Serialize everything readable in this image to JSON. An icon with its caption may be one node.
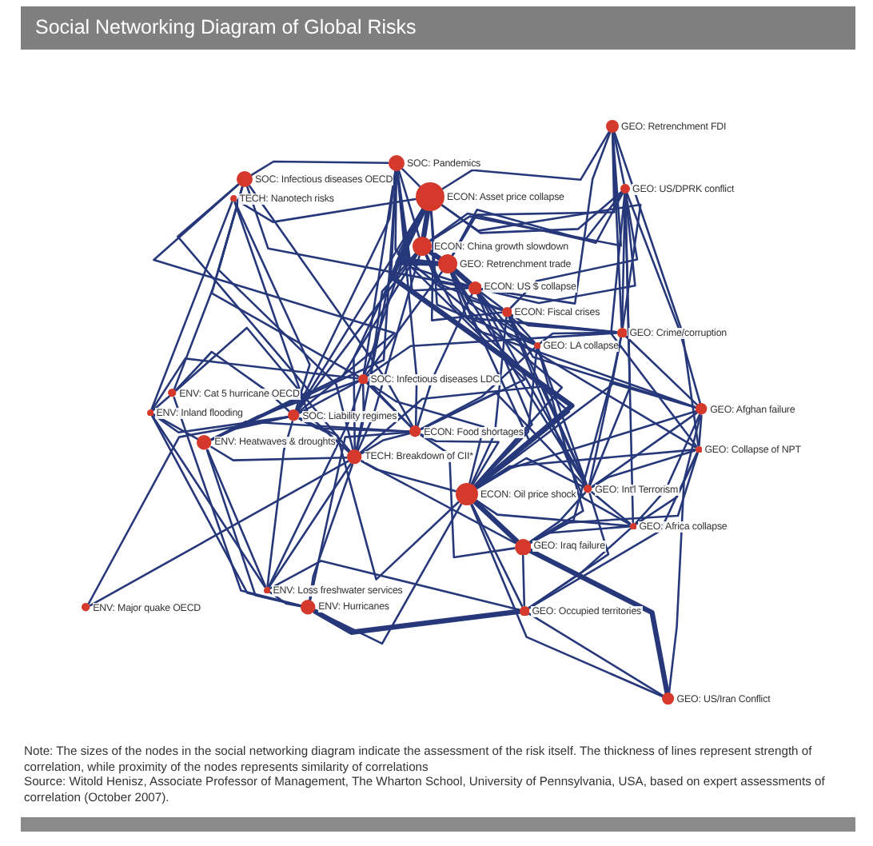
{
  "diagram": {
    "title": "Social Networking Diagram of Global Risks",
    "caption": "Note: The sizes of the nodes in the social networking diagram indicate the assessment of the risk itself. The thickness of lines represent strength of correlation, while proximity of the nodes represents similarity of correlations",
    "nodes": [
      {
        "text": [
          "GEO: Retrenchment FDI"
        ]
      },
      {
        "text": [
          "SOC: Pandemics"
        ]
      },
      {
        "text": [
          "SOC: Infectious diseases OECD"
        ]
      },
      {
        "text": [
          "GEO: US/DPRK conflict"
        ]
      },
      {
        "text": [
          "ECON: Asset price collapse"
        ]
      },
      {
        "text": [
          "TECH: Nanotech risks"
        ]
      },
      {
        "text": [
          "ECON: China growth slowdown"
        ]
      },
      {
        "text": [
          "GEO: Retrenchment trade"
        ]
      },
      {
        "text": [
          "ECON: US $ collapse"
        ]
      },
      {
        "text": [
          "ECON: Fiscal crises"
        ]
      },
      {
        "text": [
          "GEO: Crime/corruption"
        ]
      },
      {
        "text": [
          "GEO: LA collapse"
        ]
      },
      {
        "text": [
          "SOC: Infectious diseases LDC"
        ]
      },
      {
        "text": [
          "ENV: Cat 5 hurricane OECD"
        ]
      },
      {
        "text": [
          "GEO: Afghan failure"
        ]
      },
      {
        "text": [
          "ENV: Inland flooding"
        ]
      },
      {
        "text": [
          "SOC: Liability regimes"
        ]
      },
      {
        "text": [
          "ECON: Food shortages"
        ]
      },
      {
        "text": [
          "ENV: Heatwaves & droughts"
        ]
      },
      {
        "text": [
          "GEO: Collapse of NPT"
        ]
      },
      {
        "text": [
          "TECH: Breakdown of CII*"
        ]
      },
      {
        "text": [
          "ECON: Oil price shock"
        ]
      },
      {
        "text": [
          "GEO: Int'l Terrorism"
        ]
      },
      {
        "text": [
          "GEO: Africa collapse"
        ]
      },
      {
        "text": [
          "GEO: Iraq failure"
        ]
      },
      {
        "text": [
          "ENV: Loss freshwater services"
        ]
      },
      {
        "text": [
          "ENV: Major quake OECD"
        ]
      },
      {
        "text": [
          "ENV: Hurricanes"
        ]
      },
      {
        "text": [
          "GEO: Occupied territories"
        ]
      },
      {
        "text": [
          "GEO: US/Iran Conflict"
        ]
      }
    ],
    "edges": [
      {
        "from": 0,
        "to": 3,
        "arrow": "none"
      },
      {
        "from": 0,
        "to": 4,
        "arrow": "none"
      },
      {
        "from": 0,
        "to": 6,
        "arrow": "none"
      },
      {
        "from": 0,
        "to": 7,
        "arrow": "none"
      },
      {
        "from": 0,
        "to": 8,
        "arrow": "none"
      },
      {
        "from": 0,
        "to": 10,
        "arrow": "none"
      },
      {
        "from": 0,
        "to": 19,
        "arrow": "none"
      },
      {
        "from": 1,
        "to": 2,
        "arrow": "none"
      },
      {
        "from": 1,
        "to": 4,
        "arrow": "none"
      },
      {
        "from": 1,
        "to": 6,
        "arrow": "none"
      },
      {
        "from": 1,
        "to": 7,
        "arrow": "none"
      },
      {
        "from": 1,
        "to": 8,
        "arrow": "none"
      },
      {
        "from": 1,
        "to": 12,
        "arrow": "none"
      },
      {
        "from": 1,
        "to": 16,
        "arrow": "none"
      },
      {
        "from": 1,
        "to": 17,
        "arrow": "none"
      },
      {
        "from": 1,
        "to": 18,
        "arrow": "none"
      },
      {
        "from": 1,
        "to": 20,
        "arrow": "none"
      },
      {
        "from": 1,
        "to": 21,
        "arrow": "none"
      },
      {
        "from": 2,
        "to": 8,
        "arrow": "none"
      },
      {
        "from": 2,
        "to": 12,
        "arrow": "none"
      },
      {
        "from": 2,
        "to": 13,
        "arrow": "none"
      },
      {
        "from": 2,
        "to": 16,
        "arrow": "none"
      },
      {
        "from": 2,
        "to": 17,
        "arrow": "none"
      },
      {
        "from": 2,
        "to": 18,
        "arrow": "none"
      },
      {
        "from": 2,
        "to": 20,
        "arrow": "none"
      },
      {
        "from": 3,
        "to": 4,
        "arrow": "none"
      },
      {
        "from": 3,
        "to": 6,
        "arrow": "none"
      },
      {
        "from": 3,
        "to": 7,
        "arrow": "none"
      },
      {
        "from": 3,
        "to": 8,
        "arrow": "none"
      },
      {
        "from": 3,
        "to": 9,
        "arrow": "none"
      },
      {
        "from": 3,
        "to": 10,
        "arrow": "none"
      },
      {
        "from": 3,
        "to": 14,
        "arrow": "none"
      },
      {
        "from": 3,
        "to": 19,
        "arrow": "none"
      },
      {
        "from": 3,
        "to": 22,
        "arrow": "none"
      },
      {
        "from": 3,
        "to": 23,
        "arrow": "none"
      },
      {
        "from": 4,
        "to": 5,
        "arrow": "none"
      },
      {
        "from": 4,
        "to": 6,
        "arrow": "none",
        "style": "thick"
      },
      {
        "from": 4,
        "to": 7,
        "arrow": "none",
        "style": "thick"
      },
      {
        "from": 4,
        "to": 8,
        "arrow": "none"
      },
      {
        "from": 4,
        "to": 9,
        "arrow": "none"
      },
      {
        "from": 4,
        "to": 10,
        "arrow": "none"
      },
      {
        "from": 4,
        "to": 11,
        "arrow": "none"
      },
      {
        "from": 4,
        "to": 12,
        "arrow": "none"
      },
      {
        "from": 4,
        "to": 16,
        "arrow": "none"
      },
      {
        "from": 4,
        "to": 17,
        "arrow": "none"
      },
      {
        "from": 4,
        "to": 20,
        "arrow": "none"
      },
      {
        "from": 4,
        "to": 21,
        "arrow": "none",
        "style": "thick"
      },
      {
        "from": 5,
        "to": 15,
        "arrow": "none"
      },
      {
        "from": 5,
        "to": 16,
        "arrow": "none"
      },
      {
        "from": 5,
        "to": 20,
        "arrow": "none"
      },
      {
        "from": 6,
        "to": 7,
        "arrow": "none",
        "style": "thick"
      },
      {
        "from": 6,
        "to": 8,
        "arrow": "none"
      },
      {
        "from": 6,
        "to": 9,
        "arrow": "none"
      },
      {
        "from": 6,
        "to": 16,
        "arrow": "none"
      },
      {
        "from": 6,
        "to": 17,
        "arrow": "none"
      },
      {
        "from": 6,
        "to": 18,
        "arrow": "none"
      },
      {
        "from": 6,
        "to": 20,
        "arrow": "none"
      },
      {
        "from": 6,
        "to": 21,
        "arrow": "none"
      },
      {
        "from": 7,
        "to": 8,
        "arrow": "none",
        "style": "thick"
      },
      {
        "from": 7,
        "to": 9,
        "arrow": "none"
      },
      {
        "from": 7,
        "to": 10,
        "arrow": "none"
      },
      {
        "from": 7,
        "to": 11,
        "arrow": "none"
      },
      {
        "from": 7,
        "to": 12,
        "arrow": "none"
      },
      {
        "from": 7,
        "to": 14,
        "arrow": "none"
      },
      {
        "from": 7,
        "to": 21,
        "arrow": "none"
      },
      {
        "from": 7,
        "to": 22,
        "arrow": "none"
      },
      {
        "from": 8,
        "to": 9,
        "arrow": "none"
      },
      {
        "from": 8,
        "to": 10,
        "arrow": "none"
      },
      {
        "from": 8,
        "to": 11,
        "arrow": "none"
      },
      {
        "from": 8,
        "to": 17,
        "arrow": "none"
      },
      {
        "from": 8,
        "to": 19,
        "arrow": "none"
      },
      {
        "from": 8,
        "to": 21,
        "arrow": "none"
      },
      {
        "from": 8,
        "to": 22,
        "arrow": "none"
      },
      {
        "from": 9,
        "to": 10,
        "arrow": "none"
      },
      {
        "from": 9,
        "to": 11,
        "arrow": "none"
      },
      {
        "from": 9,
        "to": 14,
        "arrow": "none"
      },
      {
        "from": 9,
        "to": 21,
        "arrow": "none"
      },
      {
        "from": 9,
        "to": 22,
        "arrow": "none"
      },
      {
        "from": 9,
        "to": 23,
        "arrow": "none"
      },
      {
        "from": 10,
        "to": 11,
        "arrow": "none"
      },
      {
        "from": 10,
        "to": 12,
        "arrow": "none"
      },
      {
        "from": 10,
        "to": 14,
        "arrow": "none"
      },
      {
        "from": 10,
        "to": 21,
        "arrow": "none"
      },
      {
        "from": 10,
        "to": 22,
        "arrow": "none"
      },
      {
        "from": 11,
        "to": 17,
        "arrow": "none"
      },
      {
        "from": 11,
        "to": 21,
        "arrow": "none"
      },
      {
        "from": 11,
        "to": 22,
        "arrow": "none"
      },
      {
        "from": 11,
        "to": 24,
        "arrow": "none"
      },
      {
        "from": 12,
        "to": 15,
        "arrow": "none"
      },
      {
        "from": 12,
        "to": 16,
        "arrow": "none"
      },
      {
        "from": 12,
        "to": 17,
        "arrow": "none"
      },
      {
        "from": 12,
        "to": 18,
        "arrow": "none"
      },
      {
        "from": 12,
        "to": 20,
        "arrow": "none"
      },
      {
        "from": 12,
        "to": 21,
        "arrow": "none"
      },
      {
        "from": 12,
        "to": 25,
        "arrow": "none"
      },
      {
        "from": 13,
        "to": 15,
        "arrow": "none"
      },
      {
        "from": 13,
        "to": 16,
        "arrow": "none"
      },
      {
        "from": 13,
        "to": 20,
        "arrow": "none"
      },
      {
        "from": 13,
        "to": 27,
        "arrow": "none"
      },
      {
        "from": 14,
        "to": 19,
        "arrow": "none"
      },
      {
        "from": 14,
        "to": 21,
        "arrow": "none"
      },
      {
        "from": 14,
        "to": 22,
        "arrow": "none"
      },
      {
        "from": 14,
        "to": 23,
        "arrow": "none"
      },
      {
        "from": 14,
        "to": 24,
        "arrow": "none"
      },
      {
        "from": 14,
        "to": 29,
        "arrow": "none"
      },
      {
        "from": 15,
        "to": 16,
        "arrow": "none"
      },
      {
        "from": 15,
        "to": 18,
        "arrow": "none"
      },
      {
        "from": 15,
        "to": 25,
        "arrow": "none"
      },
      {
        "from": 15,
        "to": 27,
        "arrow": "none"
      },
      {
        "from": 16,
        "to": 17,
        "arrow": "none"
      },
      {
        "from": 16,
        "to": 18,
        "arrow": "none"
      },
      {
        "from": 16,
        "to": 20,
        "arrow": "none"
      },
      {
        "from": 16,
        "to": 21,
        "arrow": "none"
      },
      {
        "from": 16,
        "to": 25,
        "arrow": "none"
      },
      {
        "from": 16,
        "to": 26,
        "arrow": "none"
      },
      {
        "from": 17,
        "to": 18,
        "arrow": "none"
      },
      {
        "from": 17,
        "to": 20,
        "arrow": "none"
      },
      {
        "from": 17,
        "to": 21,
        "arrow": "none"
      },
      {
        "from": 17,
        "to": 22,
        "arrow": "none"
      },
      {
        "from": 17,
        "to": 24,
        "arrow": "none"
      },
      {
        "from": 17,
        "to": 27,
        "arrow": "none"
      },
      {
        "from": 18,
        "to": 20,
        "arrow": "none"
      },
      {
        "from": 18,
        "to": 25,
        "arrow": "none"
      },
      {
        "from": 18,
        "to": 27,
        "arrow": "none"
      },
      {
        "from": 19,
        "to": 21,
        "arrow": "none"
      },
      {
        "from": 19,
        "to": 22,
        "arrow": "none"
      },
      {
        "from": 19,
        "to": 23,
        "arrow": "none"
      },
      {
        "from": 19,
        "to": 24,
        "arrow": "none"
      },
      {
        "from": 19,
        "to": 28,
        "arrow": "none"
      },
      {
        "from": 20,
        "to": 21,
        "arrow": "none"
      },
      {
        "from": 20,
        "to": 22,
        "arrow": "none"
      },
      {
        "from": 20,
        "to": 24,
        "arrow": "none"
      },
      {
        "from": 20,
        "to": 25,
        "arrow": "none"
      },
      {
        "from": 20,
        "to": 26,
        "arrow": "none"
      },
      {
        "from": 20,
        "to": 27,
        "arrow": "none"
      },
      {
        "from": 21,
        "to": 22,
        "arrow": "none"
      },
      {
        "from": 21,
        "to": 23,
        "arrow": "none"
      },
      {
        "from": 21,
        "to": 24,
        "arrow": "none",
        "style": "thick"
      },
      {
        "from": 21,
        "to": 27,
        "arrow": "none"
      },
      {
        "from": 21,
        "to": 28,
        "arrow": "none"
      },
      {
        "from": 21,
        "to": 29,
        "arrow": "none"
      },
      {
        "from": 22,
        "to": 23,
        "arrow": "none"
      },
      {
        "from": 22,
        "to": 24,
        "arrow": "none"
      },
      {
        "from": 22,
        "to": 28,
        "arrow": "none"
      },
      {
        "from": 23,
        "to": 24,
        "arrow": "none"
      },
      {
        "from": 23,
        "to": 28,
        "arrow": "none"
      },
      {
        "from": 24,
        "to": 28,
        "arrow": "none"
      },
      {
        "from": 24,
        "to": 29,
        "arrow": "none",
        "style": "thick"
      },
      {
        "from": 25,
        "to": 27,
        "arrow": "none"
      },
      {
        "from": 25,
        "to": 28,
        "arrow": "none"
      },
      {
        "from": 27,
        "to": 28,
        "arrow": "none",
        "style": "thick"
      },
      {
        "from": 28,
        "to": 29,
        "arrow": "none"
      }
    ],
    "labels": [
      "Source: Witold Henisz, Associate Professor of Management, The Wharton School, University of Pennsylvania, USA, based on expert assessments of correlation (October 2007)."
    ]
  }
}
